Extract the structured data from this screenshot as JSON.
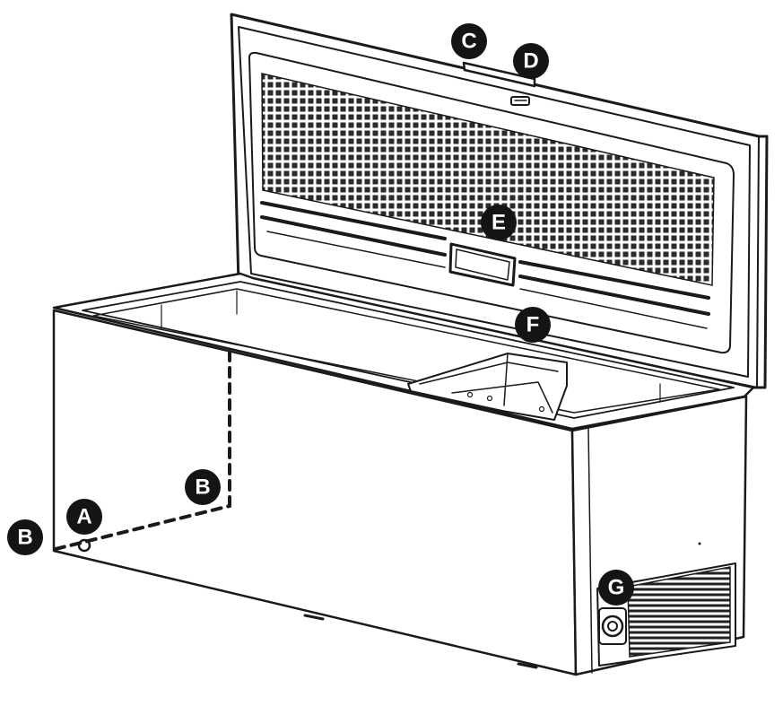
{
  "callouts": {
    "a": "A",
    "b_left": "B",
    "b_right": "B",
    "c": "C",
    "d": "D",
    "e": "E",
    "f": "F",
    "g": "G"
  },
  "colors": {
    "line": "#1a1a1a",
    "callout_fill": "#141414",
    "callout_text": "#ffffff",
    "background": "#ffffff"
  }
}
